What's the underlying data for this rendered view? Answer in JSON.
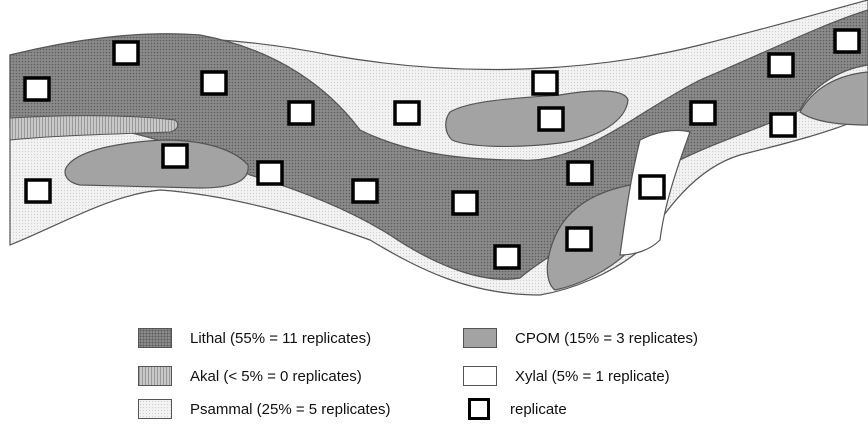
{
  "legend": {
    "lithal": "Lithal (55% = 11 replicates)",
    "cpom": "CPOM (15% = 3 replicates)",
    "akal": "Akal (< 5% = 0 replicates)",
    "xylal": "Xylal (5% = 1 replicate)",
    "psammal": "Psammal (25% = 5 replicates)",
    "replicate": "replicate"
  },
  "colors": {
    "lithal": "#8a8a8a",
    "cpom": "#a3a3a3",
    "akal": "#c8c8c8",
    "xylal": "#ffffff",
    "psammal": "#f2f2f2",
    "outline": "#555555"
  }
}
